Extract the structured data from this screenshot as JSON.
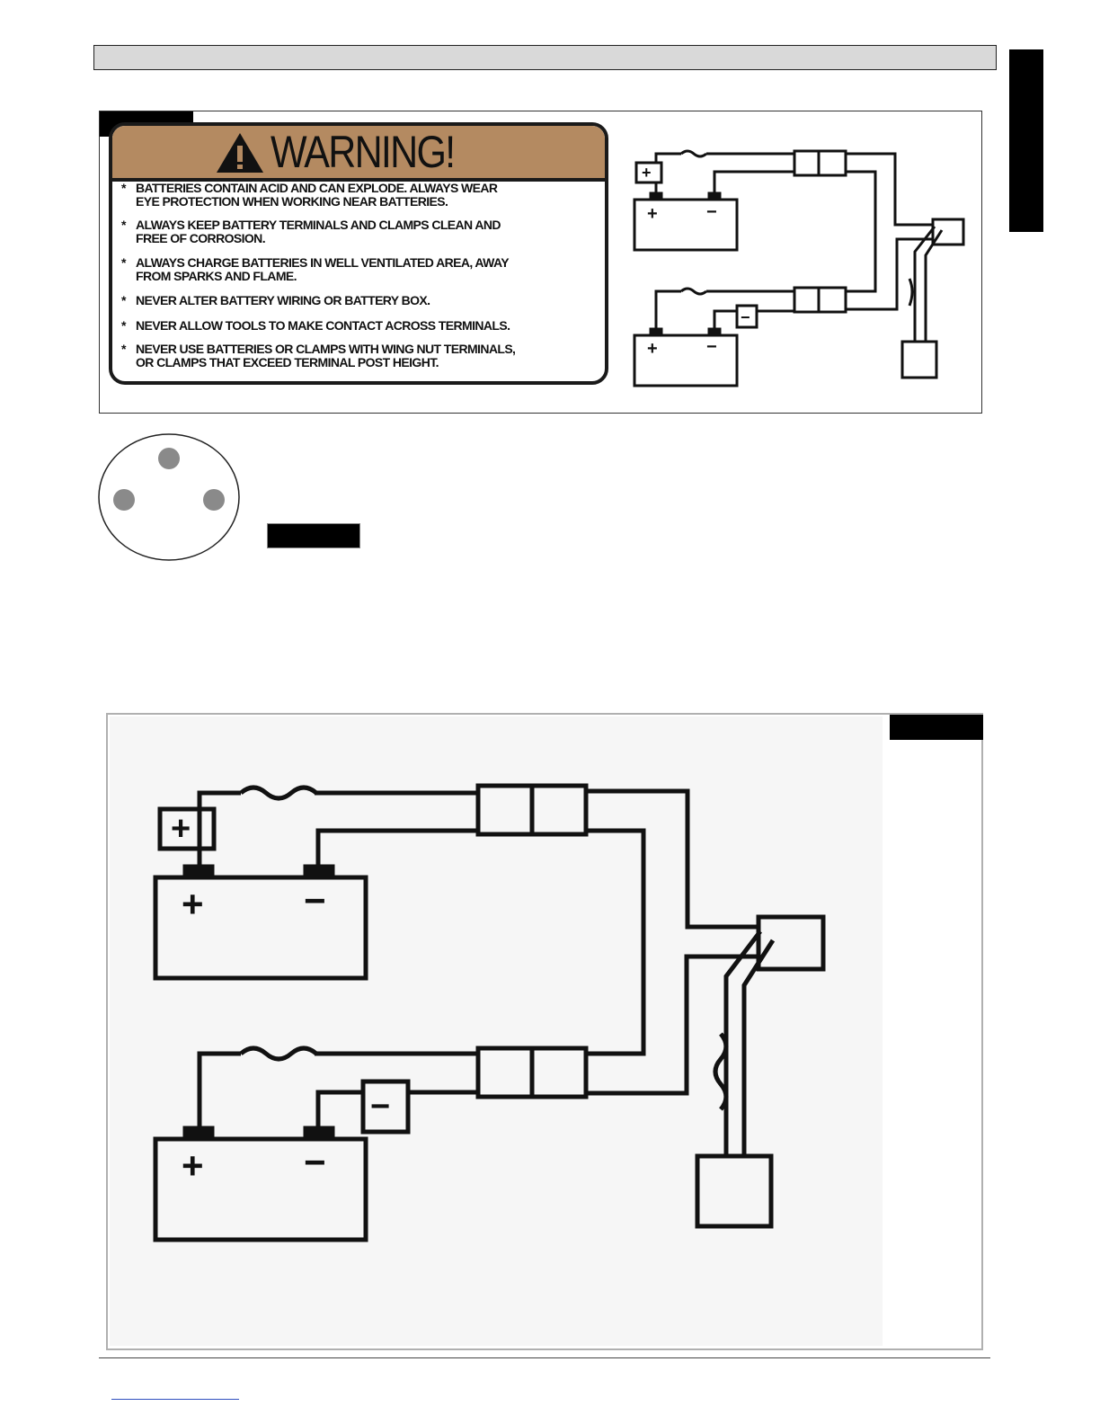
{
  "warning_label": {
    "title": "WARNING!",
    "items": [
      "BATTERIES CONTAIN ACID AND CAN EXPLODE. ALWAYS WEAR\nEYE PROTECTION WHEN WORKING NEAR BATTERIES.",
      "ALWAYS KEEP BATTERY TERMINALS AND CLAMPS CLEAN AND\nFREE OF CORROSION.",
      "ALWAYS CHARGE BATTERIES IN WELL VENTILATED AREA, AWAY\nFROM SPARKS AND FLAME.",
      "NEVER ALTER BATTERY WIRING OR BATTERY BOX.",
      "NEVER ALLOW TOOLS TO MAKE CONTACT ACROSS TERMINALS.",
      "NEVER USE BATTERIES OR CLAMPS WITH WING NUT TERMINALS,\nOR CLAMPS THAT EXCEED TERMINAL POST HEIGHT."
    ],
    "bullet": "*",
    "header_color": "#b48a61"
  },
  "wiring_diagram": {
    "battery_positive_symbol": "+",
    "battery_negative_symbol": "−",
    "positive_tag_symbol": "+",
    "negative_tag_symbol": "−"
  },
  "colors": {
    "header_bar": "#d9d9d9",
    "tabs": "#000000",
    "connector_pins": "#8a8a8a"
  }
}
